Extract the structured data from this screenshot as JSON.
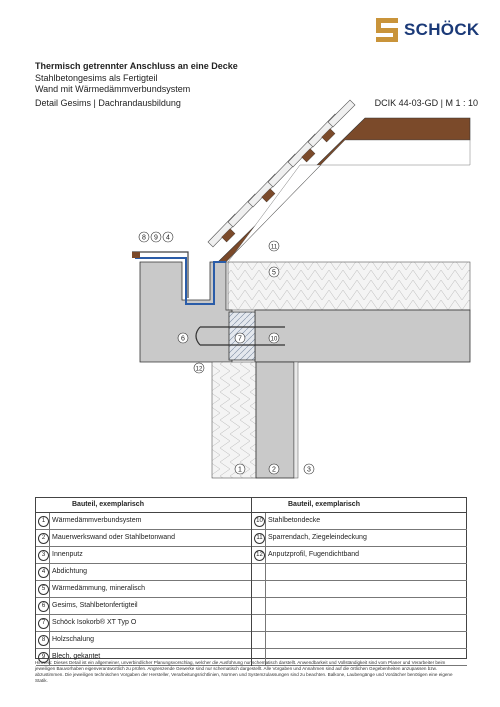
{
  "brand": {
    "name": "SCHÖCK",
    "colors": {
      "text": "#1b3a78",
      "mark": "#c9943a"
    }
  },
  "header": {
    "title": "Thermisch getrennter Anschluss an eine Decke",
    "subtitle1": "Stahlbetongesims als Fertigteil",
    "subtitle2": "Wand mit Wärmedämmverbundsystem",
    "detail": "Detail Gesims | Dachrandausbildung",
    "code": "DCIK 44-03-GD  |  M 1 : 10"
  },
  "callouts": {
    "c8": "8",
    "c9": "9",
    "c4": "4",
    "c11": "11",
    "c5": "5",
    "c6": "6",
    "c7": "7",
    "c10": "10",
    "c12": "12",
    "c1": "1",
    "c2": "2",
    "c3": "3"
  },
  "table": {
    "header_left": "Bauteil, exemplarisch",
    "header_right": "Bauteil, exemplarisch",
    "left_rows": [
      {
        "num": "1",
        "label": "Wärmedämmverbundsystem"
      },
      {
        "num": "2",
        "label": "Mauerwerkswand oder Stahlbetonwand"
      },
      {
        "num": "3",
        "label": "Innenputz"
      },
      {
        "num": "4",
        "label": "Abdichtung"
      },
      {
        "num": "5",
        "label": "Wärmedämmung, mineralisch"
      },
      {
        "num": "6",
        "label": "Gesims, Stahlbetonfertigteil"
      },
      {
        "num": "7",
        "label": "Schöck Isokorb® XT Typ O"
      },
      {
        "num": "8",
        "label": "Holzschalung"
      },
      {
        "num": "9",
        "label": "Blech, gekantet"
      }
    ],
    "right_rows": [
      {
        "num": "10",
        "label": "Stahlbetondecke"
      },
      {
        "num": "11",
        "label": "Sparrendach, Ziegeleindeckung"
      },
      {
        "num": "12",
        "label": "Anputzprofil, Fugendichtband"
      },
      {
        "num": "",
        "label": ""
      },
      {
        "num": "",
        "label": ""
      },
      {
        "num": "",
        "label": ""
      },
      {
        "num": "",
        "label": ""
      },
      {
        "num": "",
        "label": ""
      },
      {
        "num": "",
        "label": ""
      }
    ]
  },
  "note": "Hinweis: Dieses Detail ist ein allgemeiner, unverbindlicher Planungsvorschlag, welcher die Ausführung nur schematisch darstellt. Anwendbarkeit und Vollständigkeit sind vom Planer und Verarbeiter beim jeweiligen Bauvorhaben eigenverantwortlich zu prüfen. Angrenzende Gewerke sind nur schematisch dargestellt. Alle Vorgaben und Annahmen sind auf die örtlichen Gegebenheiten anzupassen bzw. abzustimmen. Die jeweiligen technischen Vorgaben der Hersteller, Verarbeitungsrichtlinien, Normen und Systemzulassungen sind zu beachten. Balkone, Laubengänge und Vordächer benötigen eine eigene Statik."
}
